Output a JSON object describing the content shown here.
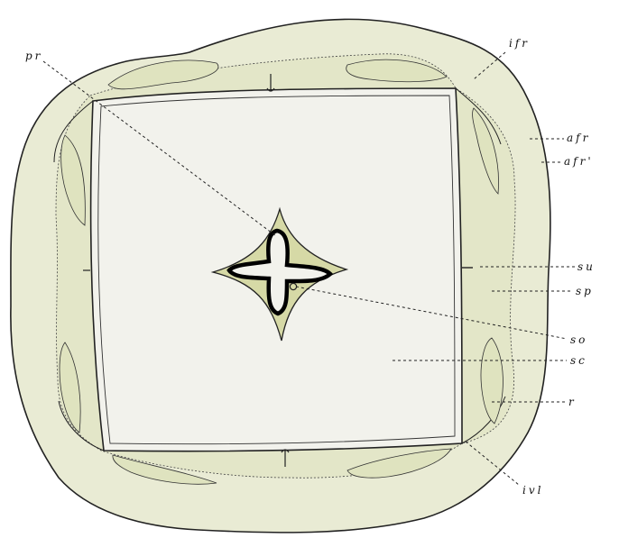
{
  "figure": {
    "labels": {
      "pr": "pr",
      "ifr": "ifr",
      "afr": "afr",
      "afr_prime": "afr'",
      "su": "su",
      "sp": "sp",
      "so": "so",
      "sc": "sc",
      "r": "r",
      "ivl": "ivl"
    },
    "colors": {
      "tissue_fill": "#e9ebd4",
      "cavity_fill": "#f2f2ec",
      "septal_fill": "#dfe3bf",
      "mouth_fill": "#d6d9a6",
      "line": "#222222"
    }
  }
}
